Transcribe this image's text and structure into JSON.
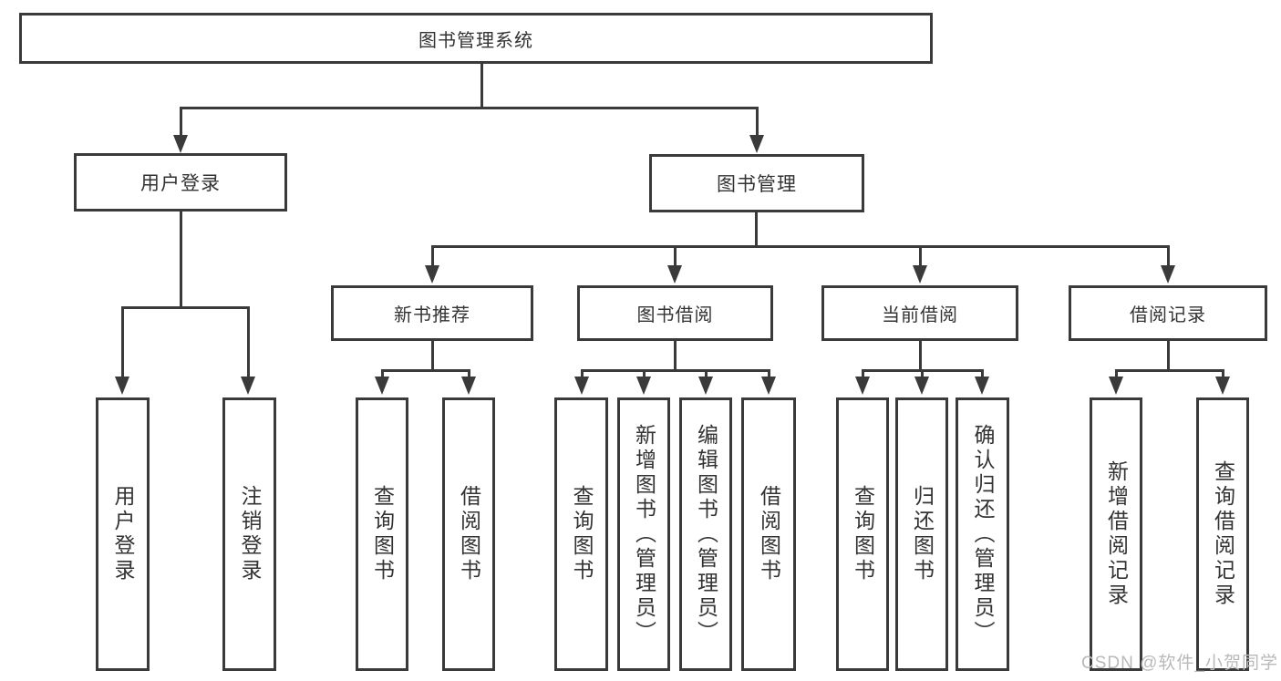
{
  "diagram_type": "hierarchy-tree",
  "colors": {
    "line": "#3a3a3a",
    "text": "#333333",
    "background": "#ffffff",
    "watermark": "#b9b9b9"
  },
  "tree": {
    "label": "图书管理系统",
    "children": [
      {
        "label": "用户登录",
        "children": [
          {
            "label": "用户登录"
          },
          {
            "label": "注销登录"
          }
        ]
      },
      {
        "label": "图书管理",
        "children": [
          {
            "label": "新书推荐",
            "children": [
              {
                "label": "查询图书"
              },
              {
                "label": "借阅图书"
              }
            ]
          },
          {
            "label": "图书借阅",
            "children": [
              {
                "label": "查询图书"
              },
              {
                "label": "新增图书（管理员）"
              },
              {
                "label": "编辑图书（管理员）"
              },
              {
                "label": "借阅图书"
              }
            ]
          },
          {
            "label": "当前借阅",
            "children": [
              {
                "label": "查询图书"
              },
              {
                "label": "归还图书"
              },
              {
                "label": "确认归还（管理员）"
              }
            ]
          },
          {
            "label": "借阅记录",
            "children": [
              {
                "label": "新增借阅记录"
              },
              {
                "label": "查询借阅记录"
              }
            ]
          }
        ]
      }
    ]
  },
  "watermark": {
    "text": "CSDN @软件_小贺同学"
  }
}
